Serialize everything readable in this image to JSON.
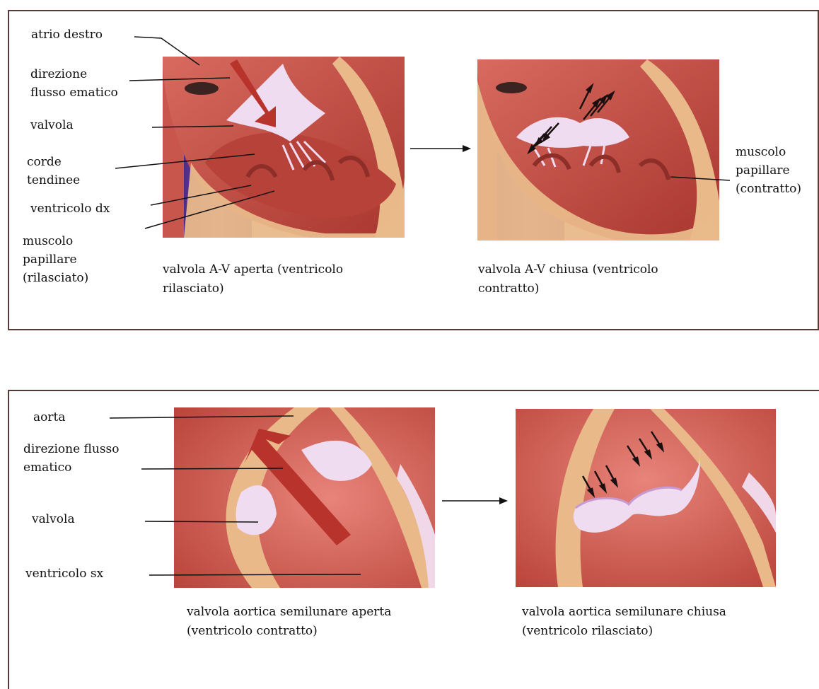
{
  "colors": {
    "border": "#5a3a35",
    "muscle": "#b8463f",
    "muscle_light": "#e07a6e",
    "vessel": "#6a3fa0",
    "valve": "#efdcf0",
    "arrow_red": "#b8332b",
    "tissue": "#e9b98a"
  },
  "top": {
    "labels": {
      "atrium": "atrio destro",
      "flow": "direzione\nflusso ematico",
      "valve": "valvola",
      "chordae": "corde\ntendinee",
      "ventricle": "ventricolo dx",
      "papillary_relaxed": "muscolo\npapillare\n(rilasciato)",
      "papillary_contracted": "muscolo\npapillare\n(contratto)"
    },
    "captions": {
      "open": "valvola A-V aperta (ventricolo\nrilasciato)",
      "closed": "valvola A-V chiusa (ventricolo\ncontratto)"
    }
  },
  "bottom": {
    "labels": {
      "aorta": "aorta",
      "flow": "direzione flusso\nematico",
      "valve": "valvola",
      "ventricle": "ventricolo sx"
    },
    "captions": {
      "open": "valvola aortica semilunare aperta\n(ventricolo contratto)",
      "closed": "valvola aortica semilunare chiusa\n(ventricolo rilasciato)"
    }
  }
}
